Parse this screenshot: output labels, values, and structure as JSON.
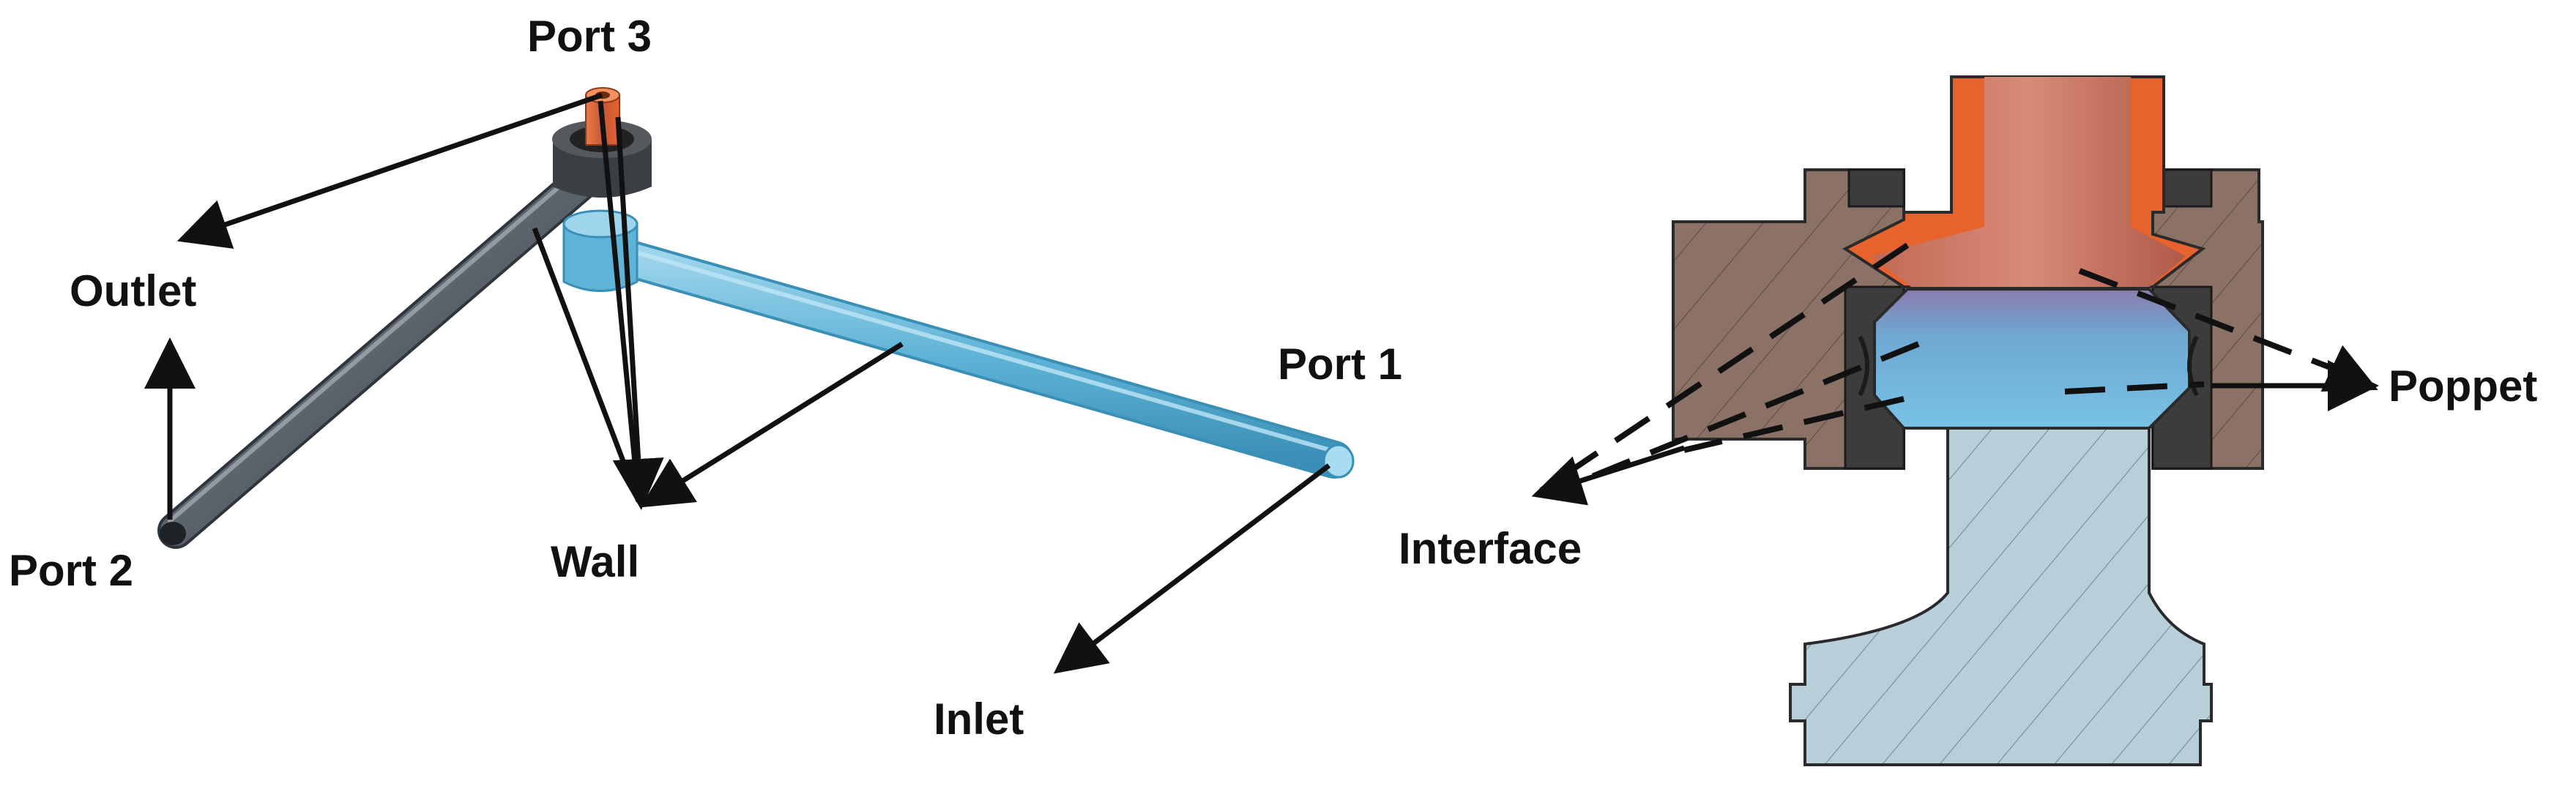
{
  "left_figure": {
    "labels": {
      "port3": "Port 3",
      "outlet": "Outlet",
      "port1": "Port 1",
      "port2": "Port 2",
      "wall": "Wall",
      "inlet": "Inlet"
    }
  },
  "right_figure": {
    "labels": {
      "poppet": "Poppet",
      "interface": "Interface"
    }
  },
  "colors": {
    "gray_pipe": "#5f6770",
    "blue_pipe": "#5fb3d6",
    "orange_port": "#e8622e",
    "housing_brown": "#8c7266",
    "poppet_blue": "#76b6d8",
    "stem_blue": "#b8cfd9",
    "seal_dark": "#3c3c3c"
  }
}
